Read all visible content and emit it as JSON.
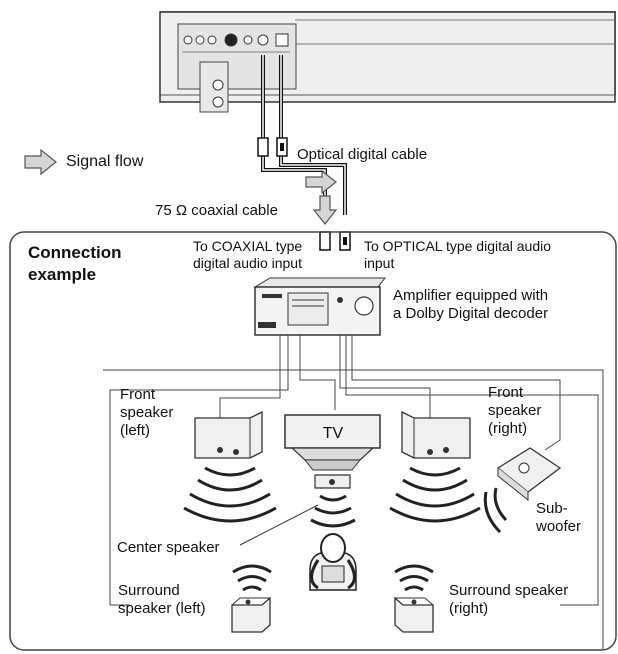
{
  "legend": {
    "signal_flow": "Signal flow"
  },
  "cables": {
    "optical": "Optical digital cable",
    "coaxial": "75 Ω coaxial cable"
  },
  "connection_example": {
    "line1": "Connection",
    "line2": "example"
  },
  "inputs": {
    "coaxial": {
      "line1": "To COAXIAL type",
      "line2": "digital audio input"
    },
    "optical": {
      "line1": "To OPTICAL type digital audio",
      "line2": "input"
    }
  },
  "amplifier": {
    "line1": "Amplifier equipped with",
    "line2": "a Dolby Digital decoder"
  },
  "tv_label": "TV",
  "speakers": {
    "front_left": {
      "line1": "Front",
      "line2": "speaker",
      "line3": "(left)"
    },
    "front_right": {
      "line1": "Front",
      "line2": "speaker",
      "line3": "(right)"
    },
    "subwoofer": {
      "line1": "Sub-",
      "line2": "woofer"
    },
    "center": "Center speaker",
    "surround_left": {
      "line1": "Surround",
      "line2": "speaker (left)"
    },
    "surround_right": {
      "line1": "Surround speaker",
      "line2": "(right)"
    }
  }
}
